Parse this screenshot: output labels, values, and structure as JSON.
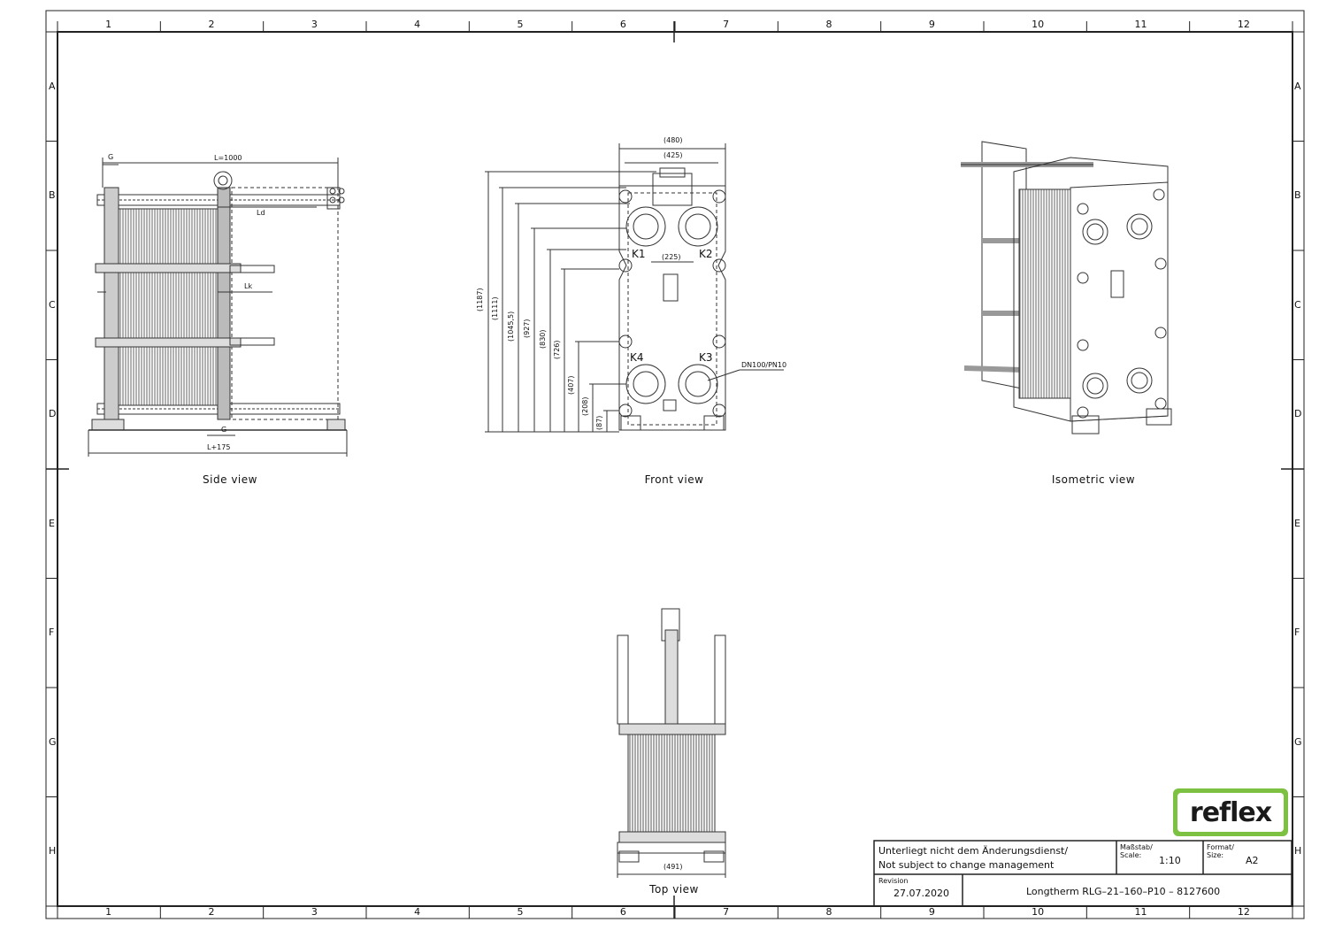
{
  "columns": [
    "1",
    "2",
    "3",
    "4",
    "5",
    "6",
    "7",
    "8",
    "9",
    "10",
    "11",
    "12"
  ],
  "rows": [
    "A",
    "B",
    "C",
    "D",
    "E",
    "F",
    "G",
    "H"
  ],
  "views": {
    "side": "Side  view",
    "front": "Front  view",
    "isometric": "Isometric  view",
    "top": "Top  view"
  },
  "side_dims": {
    "g_top": "G",
    "l": "L=1000",
    "ld": "Ld",
    "lk": "Lk",
    "g_bottom": "G",
    "l175": "L+175"
  },
  "front_dims": {
    "w480": "(480)",
    "w425": "(425)",
    "w225": "(225)",
    "h1187": "(1187)",
    "h1111": "(1111)",
    "h1045": "(1045,5)",
    "h927": "(927)",
    "h830": "(830)",
    "h726": "(726)",
    "h407": "(407)",
    "h208": "(208)",
    "h87": "(87)",
    "k1": "K1",
    "k2": "K2",
    "k3": "K3",
    "k4": "K4",
    "dn": "DN100/PN10"
  },
  "top_dims": {
    "w491": "(491)"
  },
  "title_block": {
    "notice_de": "Unterliegt nicht dem Änderungsdienst/",
    "notice_en": "Not subject to change management",
    "scale_label_de": "Maßstab/",
    "scale_label_en": "Scale:",
    "scale": "1:10",
    "format_label_de": "Format/",
    "format_label_en": "Size:",
    "format": "A2",
    "revision_label": "Revision",
    "revision_date": "27.07.2020",
    "product": "Longtherm  RLG–21–160–P10  –  8127600",
    "corner_format": "A2"
  },
  "logo": {
    "text": "reflex",
    "color": "#7cc142"
  }
}
